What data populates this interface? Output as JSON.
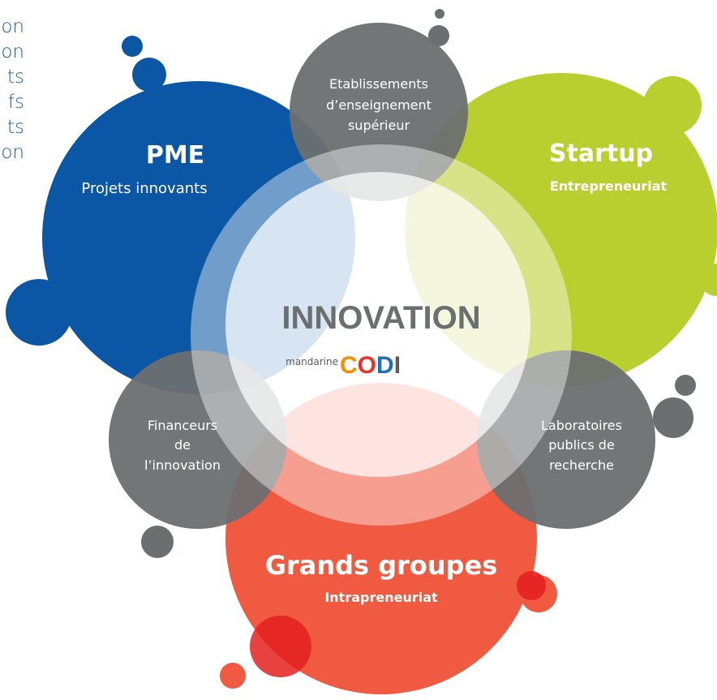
{
  "left_list": [
    "on",
    "on",
    "ts",
    "fs",
    "ts",
    "on"
  ],
  "center": {
    "title": "INNOVATION",
    "logo_prefix": "mandarine",
    "logo_word": "CODI"
  },
  "nodes": {
    "pme": {
      "title": "PME",
      "subtitle": "Projets innovants"
    },
    "startup": {
      "title": "Startup",
      "subtitle": "Entrepreneuriat"
    },
    "grands": {
      "title": "Grands groupes",
      "subtitle": "Intrapreneuriat"
    },
    "etab": {
      "lines": [
        "Etablissements",
        "d’enseignement",
        "supérieur"
      ]
    },
    "financeurs": {
      "lines": [
        "Financeurs",
        "de",
        "l’innovation"
      ]
    },
    "labos": {
      "lines": [
        "Laboratoires",
        "publics de",
        "recherche"
      ]
    }
  },
  "colors": {
    "blue": "#0b57a5",
    "green": "#b9cf2f",
    "red": "#ef5a40",
    "gray": "#6b6f70",
    "text_blue": "#1f5d9c",
    "logo": [
      "#f29100",
      "#e6332a",
      "#1d71b8",
      "#5b5b5b"
    ]
  }
}
